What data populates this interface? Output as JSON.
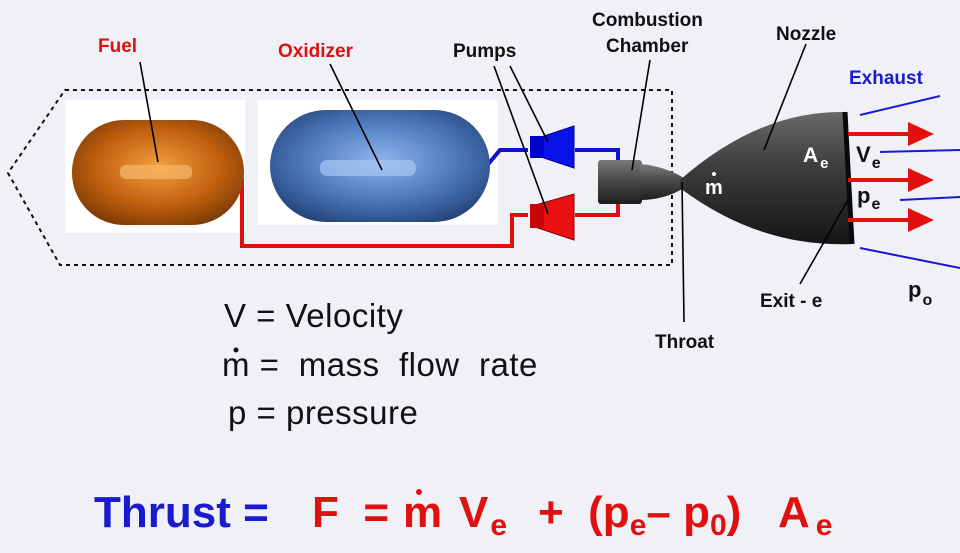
{
  "labels": {
    "fuel": "Fuel",
    "oxidizer": "Oxidizer",
    "pumps": "Pumps",
    "combustion_line1": "Combustion",
    "combustion_line2": "Chamber",
    "nozzle": "Nozzle",
    "exhaust": "Exhaust",
    "throat": "Throat",
    "exit": "Exit - e",
    "mdot_symbol": "m",
    "area_exit": "A",
    "area_exit_sub": "e",
    "velocity_exit": "V",
    "velocity_exit_sub": "e",
    "pressure_exit": "p",
    "pressure_exit_sub": "e",
    "pressure_ambient": "p",
    "pressure_ambient_sub": "o"
  },
  "legend": {
    "velocity": "V =  Velocity",
    "mass_flow_symbol": "m",
    "mass_flow": " =  mass  flow  rate",
    "pressure": "p =  pressure"
  },
  "equation": {
    "thrust_label": "Thrust =",
    "f_equals": "F  =",
    "m": "m",
    "v": "V",
    "v_sub": "e",
    "plus_open": "+  (p",
    "pe_sub": "e",
    "minus_p": "– p",
    "p0_sub": "0",
    "close": ")",
    "a": "A",
    "a_sub": "e"
  },
  "colors": {
    "label_red": "#e01010",
    "label_blue": "#1a1ad0",
    "fuel_line": "#e01010",
    "oxidizer_line": "#1010d0",
    "exhaust_arrow": "#e41010"
  }
}
